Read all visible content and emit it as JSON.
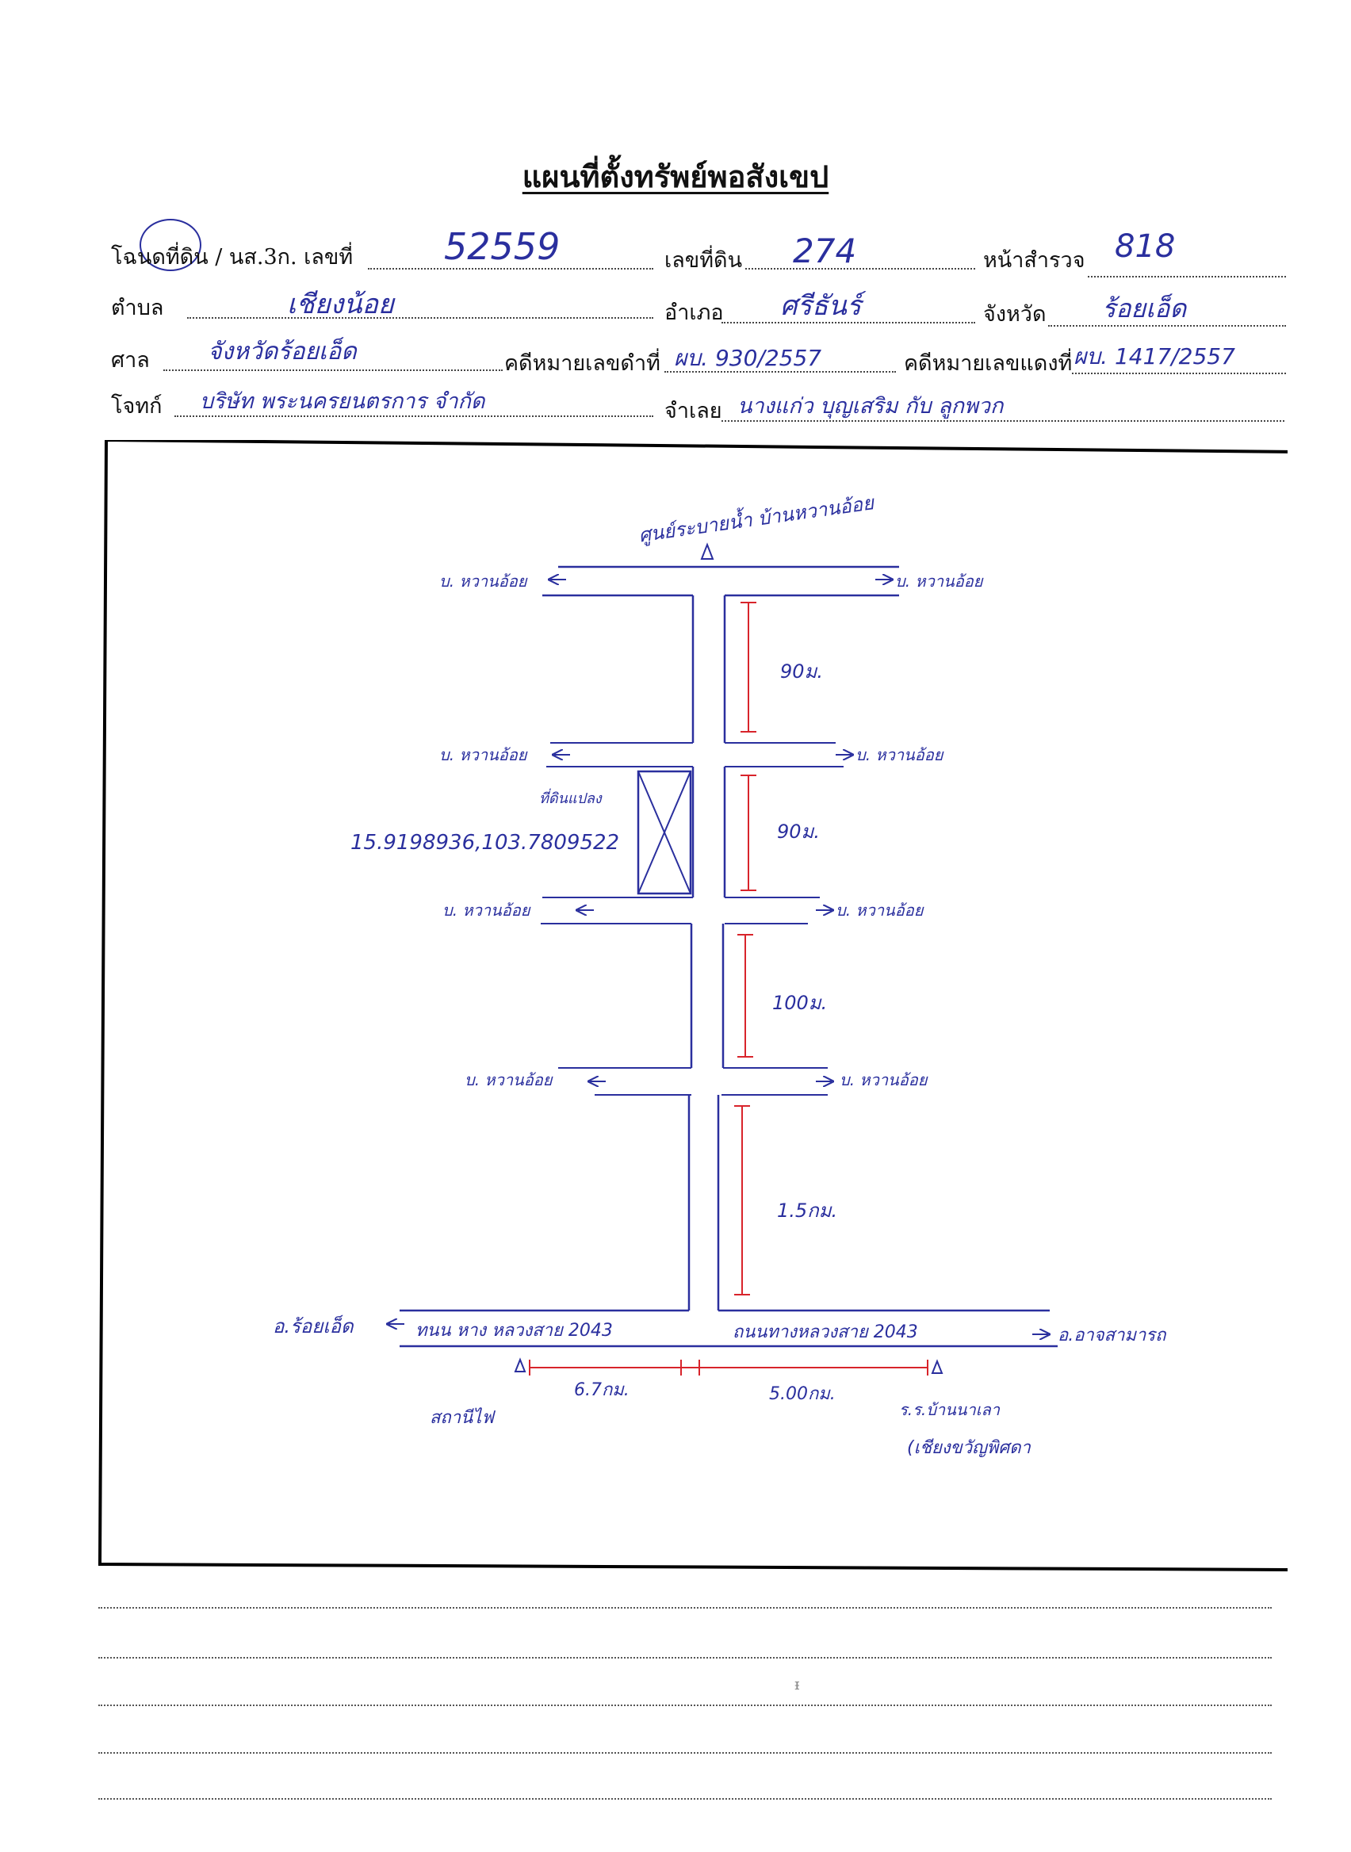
{
  "title": "แผนที่ตั้งทรัพย์พอสังเขป",
  "form": {
    "row1": {
      "deed_label": "โฉนดที่ดิน / นส.3ก. เลขที่",
      "deed_value": "52559",
      "land_no_label": "เลขที่ดิน",
      "land_no_value": "274",
      "survey_page_label": "หน้าสำรวจ",
      "survey_page_value": "818"
    },
    "row2": {
      "tambon_label": "ตำบล",
      "tambon_value": "เชียงน้อย",
      "amphoe_label": "อำเภอ",
      "amphoe_value": "ศรีธันร์",
      "province_label": "จังหวัด",
      "province_value": "ร้อยเอ็ด"
    },
    "row3": {
      "court_label": "ศาล",
      "court_value": "จังหวัดร้อยเอ็ด",
      "black_case_label": "คดีหมายเลขดำที่",
      "black_case_value": "ผบ. 930/2557",
      "red_case_label": "คดีหมายเลขแดงที่",
      "red_case_value": "ผบ. 1417/2557"
    },
    "row4": {
      "plaintiff_label": "โจทก์",
      "plaintiff_value": "บริษัท พระนครยนตรการ จำกัด",
      "defendant_label": "จำเลย",
      "defendant_value": "นางแก่ว บุญเสริม กับ ลูกพวก"
    }
  },
  "map": {
    "top_landmark": "ศูนย์ระบายน้ำ บ้านหวานอ้อย",
    "road_labels": [
      "บ. หวานอ้อย",
      "บ. หวานอ้อย",
      "บ. หวานอ้อย",
      "บ. หวานอ้อย",
      "บ. หวานอ้อย",
      "บ. หวานอ้อย",
      "บ. หวานอ้อย",
      "บ. หวานอ้อย"
    ],
    "distances": [
      "90ม.",
      "90ม.",
      "100ม.",
      "1.5กม."
    ],
    "property_label": "ที่ดินแปลง",
    "coordinates": "15.9198936,103.7809522",
    "highway_left": "ทนน หาง หลวงสาย 2043",
    "highway_right": "ถนนทางหลวงสาย 2043",
    "left_dest": "อ.ร้อยเอ็ด",
    "right_dest": "อ.อาจสามารถ",
    "dist_left": "6.7กม.",
    "dist_right": "5.00กม.",
    "landmark_left": "สถานีไฟ",
    "landmark_right_1": "ร.ร.บ้านนาเลา",
    "landmark_right_2": "(เชียงขวัญพิศดา"
  }
}
